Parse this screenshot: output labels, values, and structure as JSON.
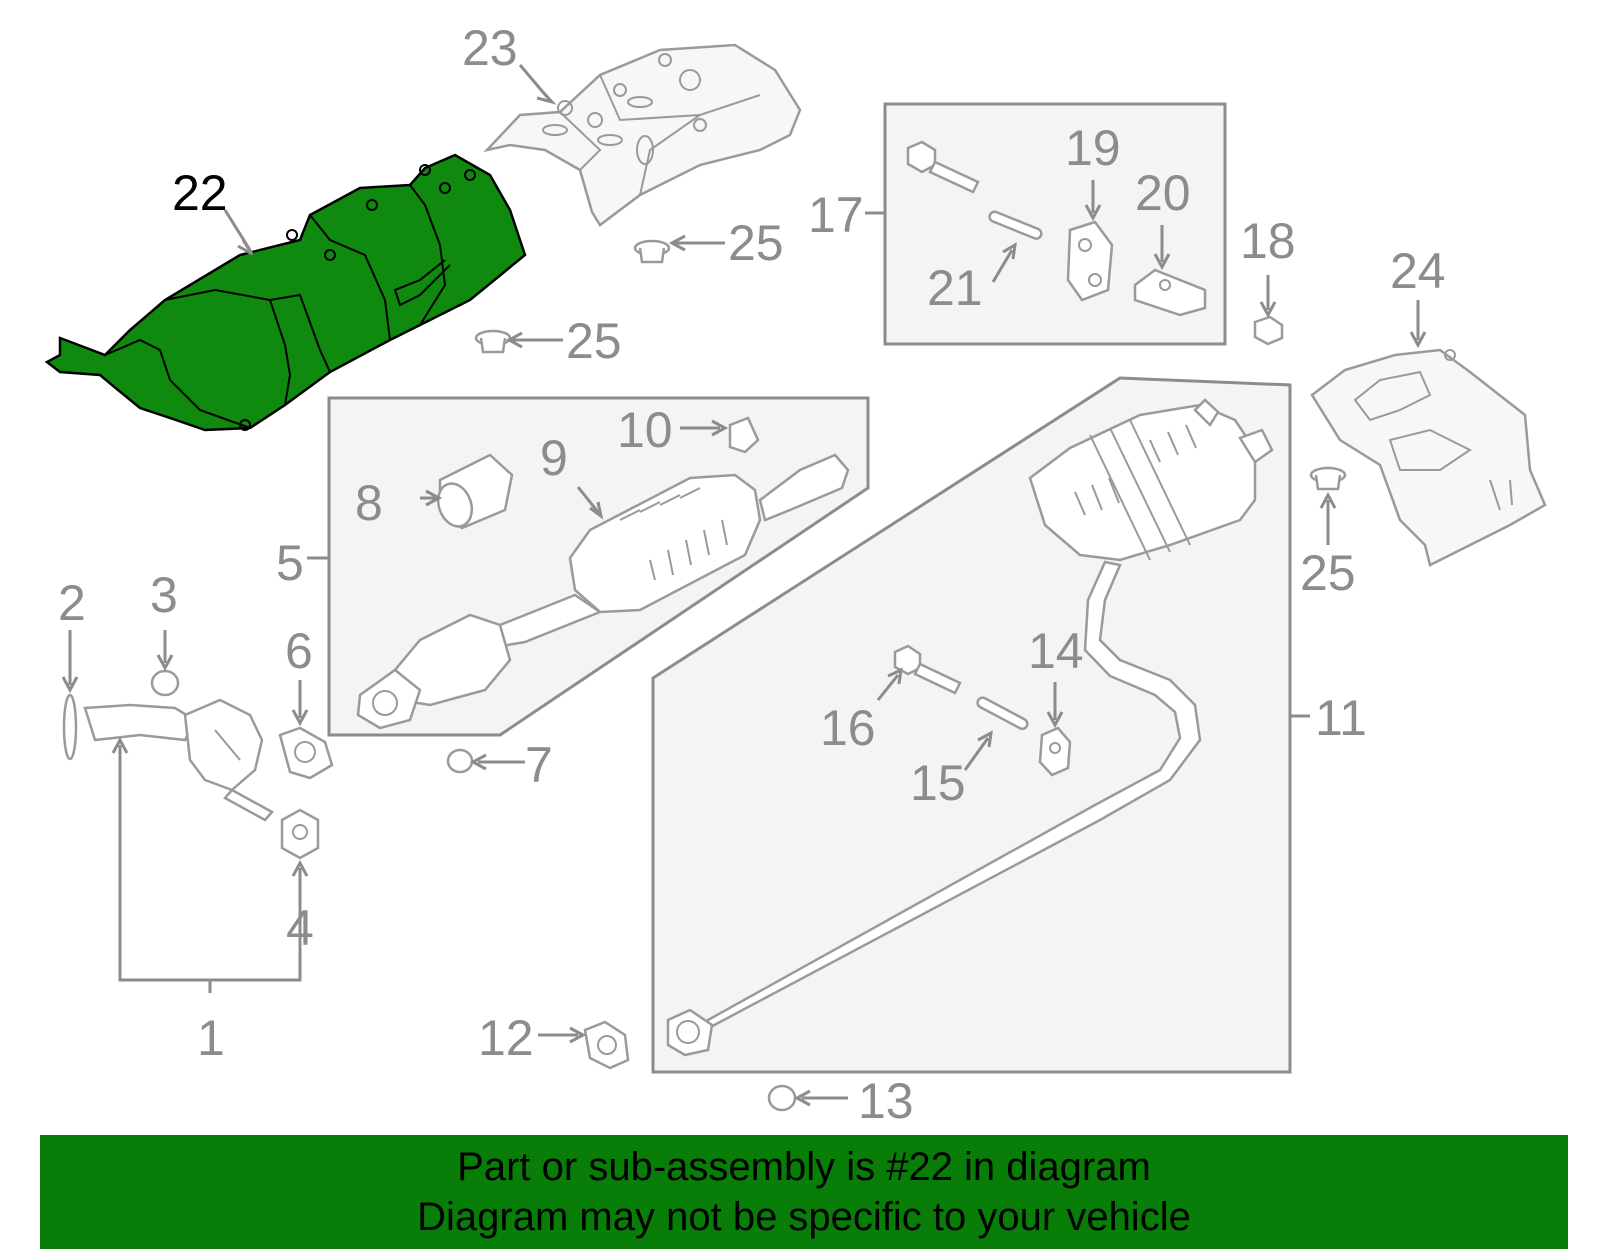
{
  "diagram": {
    "highlighted_part": "22",
    "callouts": [
      "1",
      "2",
      "3",
      "4",
      "5",
      "6",
      "7",
      "8",
      "9",
      "10",
      "11",
      "12",
      "13",
      "14",
      "15",
      "16",
      "17",
      "18",
      "19",
      "20",
      "21",
      "22",
      "23",
      "24",
      "25"
    ],
    "highlight_color": "#0f8a0f"
  },
  "banner": {
    "line1": "Part or sub-assembly is #22 in diagram",
    "line2": "Diagram may not be specific to your vehicle",
    "background": "#087d08"
  }
}
